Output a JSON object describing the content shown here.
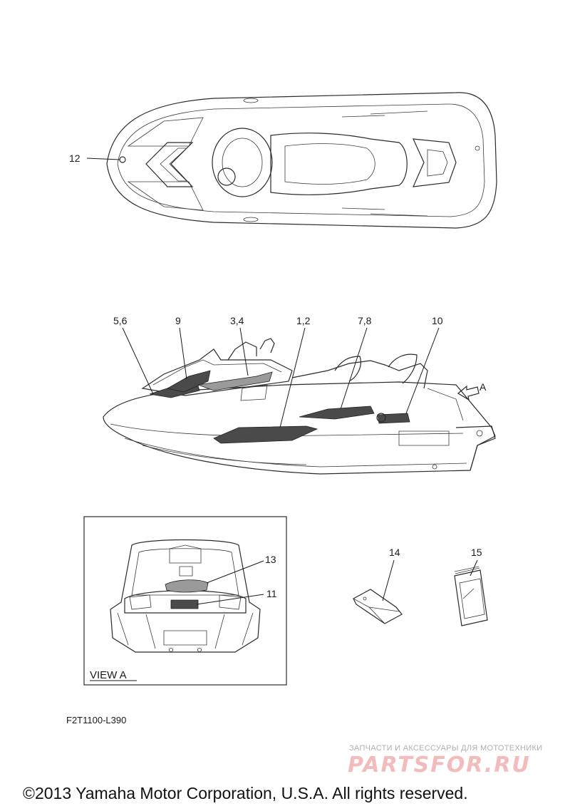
{
  "callouts": {
    "c12": "12",
    "c56": "5,6",
    "c9": "9",
    "c34": "3,4",
    "c12b": "1,2",
    "c78": "7,8",
    "c10": "10",
    "cA": "A",
    "c13": "13",
    "c11": "11",
    "c14": "14",
    "c15": "15"
  },
  "view_label": "VIEW A",
  "drawing_code": "F2T1100-L390",
  "watermark": {
    "tagline": "ЗАПЧАСТИ И АКСЕССУАРЫ ДЛЯ МОТОТЕХНИКИ",
    "logo": "PARTSFOR.RU"
  },
  "copyright": "©2013 Yamaha Motor Corporation, U.S.A. All rights reserved."
}
